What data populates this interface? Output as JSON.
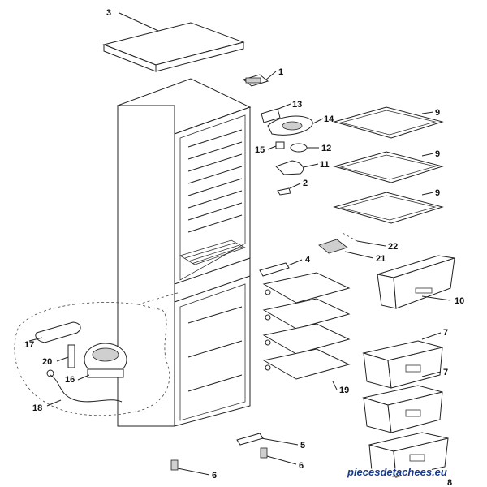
{
  "diagram": {
    "labels": {
      "l3": "3",
      "l1": "1",
      "l13": "13",
      "l14": "14",
      "l12": "12",
      "l15": "15",
      "l11": "11",
      "l2": "2",
      "l9a": "9",
      "l9b": "9",
      "l9c": "9",
      "l22": "22",
      "l21": "21",
      "l4": "4",
      "l10": "10",
      "l7a": "7",
      "l7b": "7",
      "l17": "17",
      "l20": "20",
      "l16": "16",
      "l18": "18",
      "l19": "19",
      "l5": "5",
      "l6a": "6",
      "l6b": "6",
      "l8": "8"
    },
    "watermark": "piecesdetachees.eu",
    "watermark_colors": {
      "text": "#1a3a8a",
      "shadow": "#ffffff"
    }
  }
}
